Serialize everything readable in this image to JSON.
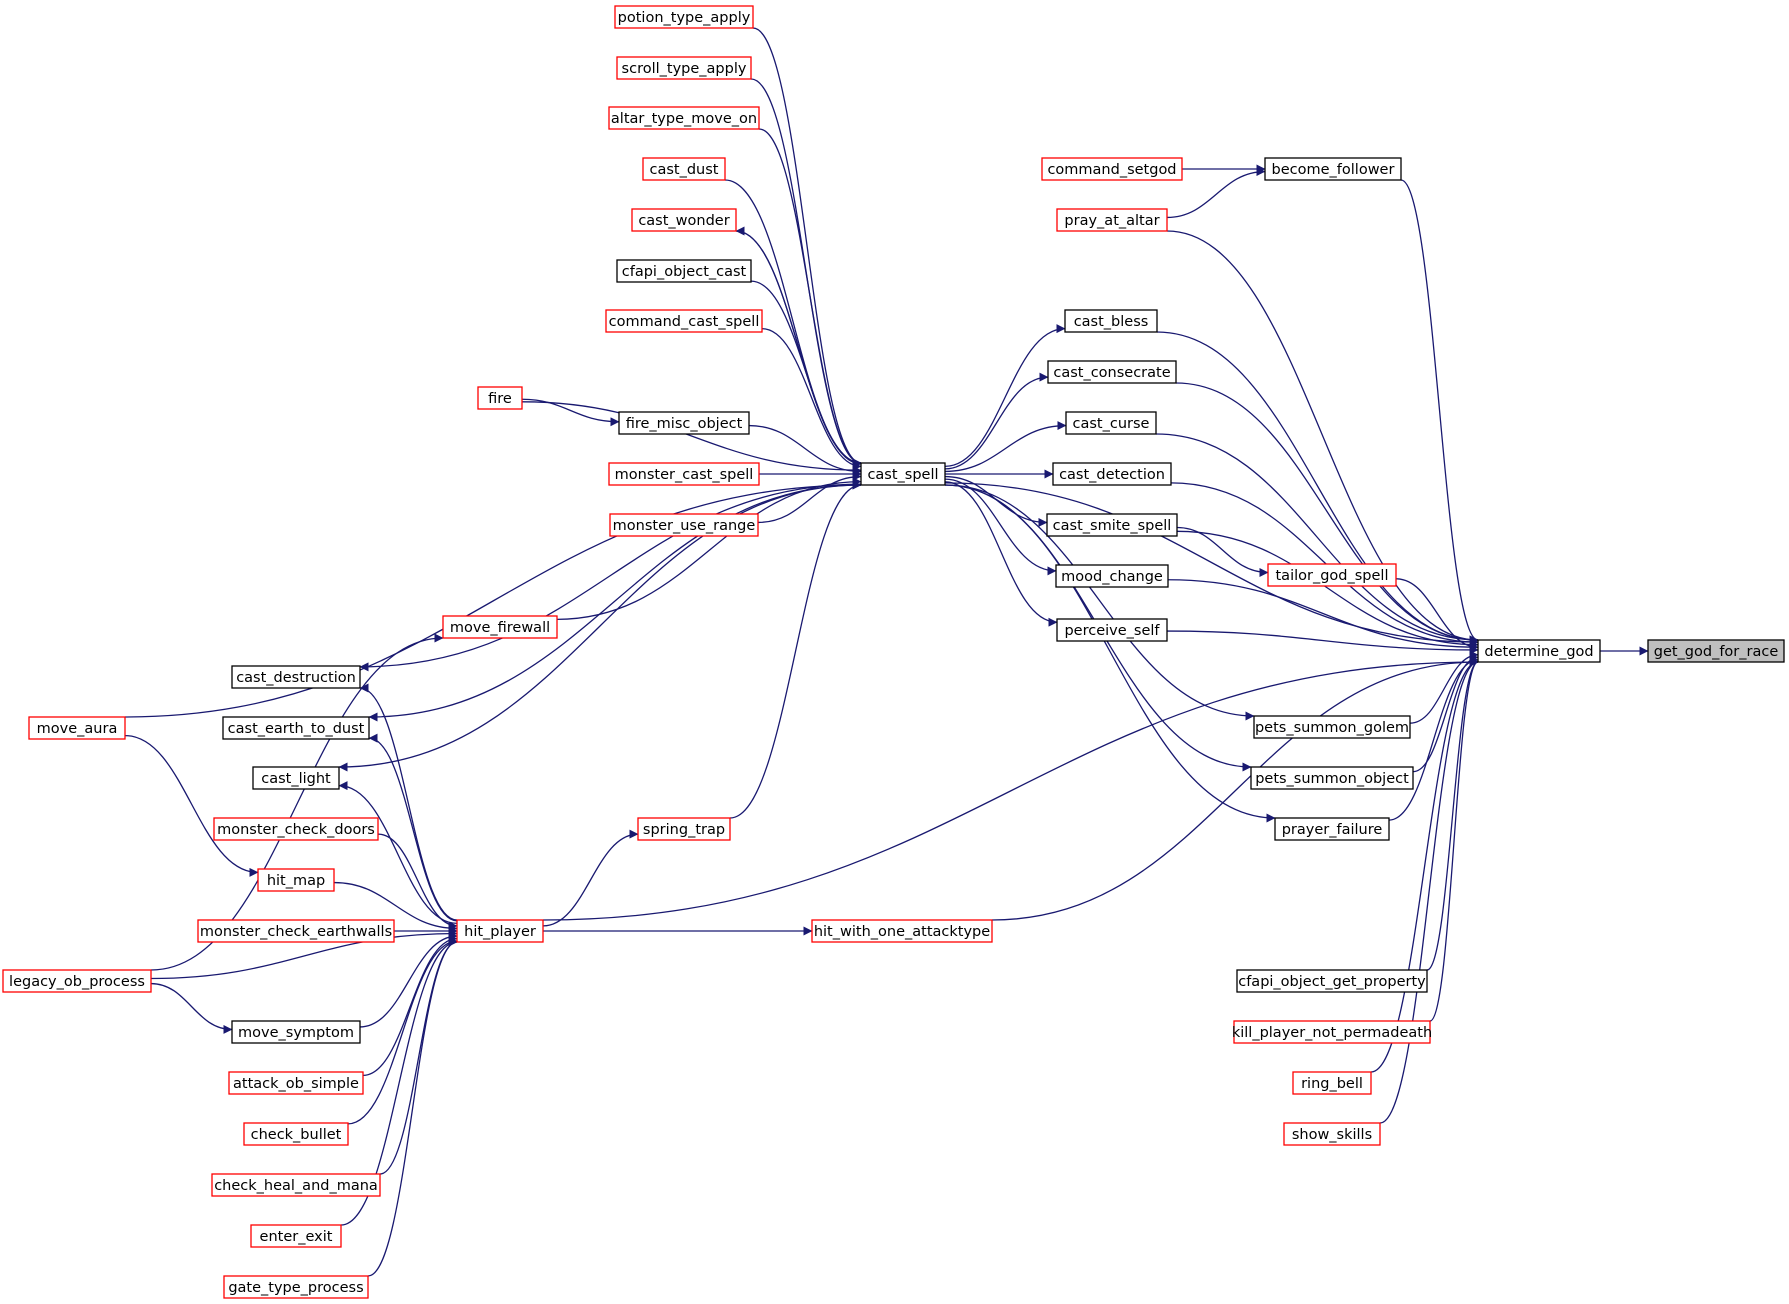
{
  "diagram": {
    "nodes": [
      {
        "id": "get_god_for_race",
        "label": "get_god_for_race",
        "style": "target"
      },
      {
        "id": "determine_god",
        "label": "determine_god",
        "style": "black"
      },
      {
        "id": "become_follower",
        "label": "become_follower",
        "style": "black"
      },
      {
        "id": "command_setgod",
        "label": "command_setgod",
        "style": "red"
      },
      {
        "id": "pray_at_altar",
        "label": "pray_at_altar",
        "style": "red"
      },
      {
        "id": "cast_bless",
        "label": "cast_bless",
        "style": "black"
      },
      {
        "id": "cast_consecrate",
        "label": "cast_consecrate",
        "style": "black"
      },
      {
        "id": "cast_curse",
        "label": "cast_curse",
        "style": "black"
      },
      {
        "id": "cast_detection",
        "label": "cast_detection",
        "style": "black"
      },
      {
        "id": "cast_smite_spell",
        "label": "cast_smite_spell",
        "style": "black"
      },
      {
        "id": "tailor_god_spell",
        "label": "tailor_god_spell",
        "style": "red"
      },
      {
        "id": "mood_change",
        "label": "mood_change",
        "style": "black"
      },
      {
        "id": "perceive_self",
        "label": "perceive_self",
        "style": "black"
      },
      {
        "id": "pets_summon_golem",
        "label": "pets_summon_golem",
        "style": "black"
      },
      {
        "id": "pets_summon_object",
        "label": "pets_summon_object",
        "style": "black"
      },
      {
        "id": "prayer_failure",
        "label": "prayer_failure",
        "style": "black"
      },
      {
        "id": "cfapi_object_get_property",
        "label": "cfapi_object_get_property",
        "style": "black"
      },
      {
        "id": "kill_player_not_permadeath",
        "label": "kill_player_not_permadeath",
        "style": "red"
      },
      {
        "id": "ring_bell",
        "label": "ring_bell",
        "style": "red"
      },
      {
        "id": "show_skills",
        "label": "show_skills",
        "style": "red"
      },
      {
        "id": "cast_spell",
        "label": "cast_spell",
        "style": "black"
      },
      {
        "id": "potion_type_apply",
        "label": "potion_type_apply",
        "style": "red"
      },
      {
        "id": "scroll_type_apply",
        "label": "scroll_type_apply",
        "style": "red"
      },
      {
        "id": "altar_type_move_on",
        "label": "altar_type_move_on",
        "style": "red"
      },
      {
        "id": "cast_dust",
        "label": "cast_dust",
        "style": "red"
      },
      {
        "id": "cast_wonder",
        "label": "cast_wonder",
        "style": "red"
      },
      {
        "id": "cfapi_object_cast",
        "label": "cfapi_object_cast",
        "style": "black"
      },
      {
        "id": "command_cast_spell",
        "label": "command_cast_spell",
        "style": "red"
      },
      {
        "id": "fire",
        "label": "fire",
        "style": "red"
      },
      {
        "id": "fire_misc_object",
        "label": "fire_misc_object",
        "style": "black"
      },
      {
        "id": "monster_cast_spell",
        "label": "monster_cast_spell",
        "style": "red"
      },
      {
        "id": "monster_use_range",
        "label": "monster_use_range",
        "style": "red"
      },
      {
        "id": "move_firewall",
        "label": "move_firewall",
        "style": "red"
      },
      {
        "id": "cast_destruction",
        "label": "cast_destruction",
        "style": "black"
      },
      {
        "id": "cast_earth_to_dust",
        "label": "cast_earth_to_dust",
        "style": "black"
      },
      {
        "id": "cast_light",
        "label": "cast_light",
        "style": "black"
      },
      {
        "id": "spring_trap",
        "label": "spring_trap",
        "style": "red"
      },
      {
        "id": "move_aura",
        "label": "move_aura",
        "style": "red"
      },
      {
        "id": "monster_check_doors",
        "label": "monster_check_doors",
        "style": "red"
      },
      {
        "id": "hit_map",
        "label": "hit_map",
        "style": "red"
      },
      {
        "id": "monster_check_earthwalls",
        "label": "monster_check_earthwalls",
        "style": "red"
      },
      {
        "id": "hit_player",
        "label": "hit_player",
        "style": "red"
      },
      {
        "id": "hit_with_one_attacktype",
        "label": "hit_with_one_attacktype",
        "style": "red"
      },
      {
        "id": "legacy_ob_process",
        "label": "legacy_ob_process",
        "style": "red"
      },
      {
        "id": "move_symptom",
        "label": "move_symptom",
        "style": "black"
      },
      {
        "id": "attack_ob_simple",
        "label": "attack_ob_simple",
        "style": "red"
      },
      {
        "id": "check_bullet",
        "label": "check_bullet",
        "style": "red"
      },
      {
        "id": "check_heal_and_mana",
        "label": "check_heal_and_mana",
        "style": "red"
      },
      {
        "id": "enter_exit",
        "label": "enter_exit",
        "style": "red"
      },
      {
        "id": "gate_type_process",
        "label": "gate_type_process",
        "style": "red"
      }
    ],
    "edges": [
      {
        "from": "determine_god",
        "to": "get_god_for_race"
      },
      {
        "from": "become_follower",
        "to": "determine_god"
      },
      {
        "from": "command_setgod",
        "to": "become_follower"
      },
      {
        "from": "pray_at_altar",
        "to": "become_follower"
      },
      {
        "from": "pray_at_altar",
        "to": "determine_god"
      },
      {
        "from": "cast_spell",
        "to": "determine_god"
      },
      {
        "from": "cast_bless",
        "to": "determine_god"
      },
      {
        "from": "cast_consecrate",
        "to": "determine_god"
      },
      {
        "from": "cast_curse",
        "to": "determine_god"
      },
      {
        "from": "cast_detection",
        "to": "determine_god"
      },
      {
        "from": "cast_smite_spell",
        "to": "determine_god"
      },
      {
        "from": "tailor_god_spell",
        "to": "determine_god"
      },
      {
        "from": "mood_change",
        "to": "determine_god"
      },
      {
        "from": "perceive_self",
        "to": "determine_god"
      },
      {
        "from": "pets_summon_golem",
        "to": "determine_god"
      },
      {
        "from": "pets_summon_object",
        "to": "determine_god"
      },
      {
        "from": "prayer_failure",
        "to": "determine_god"
      },
      {
        "from": "hit_player",
        "to": "determine_god"
      },
      {
        "from": "hit_with_one_attacktype",
        "to": "determine_god"
      },
      {
        "from": "cfapi_object_get_property",
        "to": "determine_god"
      },
      {
        "from": "kill_player_not_permadeath",
        "to": "determine_god"
      },
      {
        "from": "ring_bell",
        "to": "determine_god"
      },
      {
        "from": "show_skills",
        "to": "determine_god"
      },
      {
        "from": "cast_spell",
        "to": "cast_bless"
      },
      {
        "from": "cast_spell",
        "to": "cast_consecrate"
      },
      {
        "from": "cast_spell",
        "to": "cast_curse"
      },
      {
        "from": "cast_spell",
        "to": "cast_detection"
      },
      {
        "from": "cast_spell",
        "to": "cast_smite_spell"
      },
      {
        "from": "cast_smite_spell",
        "to": "tailor_god_spell"
      },
      {
        "from": "cast_spell",
        "to": "mood_change"
      },
      {
        "from": "cast_spell",
        "to": "perceive_self"
      },
      {
        "from": "cast_spell",
        "to": "pets_summon_golem"
      },
      {
        "from": "cast_spell",
        "to": "pets_summon_object"
      },
      {
        "from": "cast_spell",
        "to": "prayer_failure"
      },
      {
        "from": "potion_type_apply",
        "to": "cast_spell"
      },
      {
        "from": "scroll_type_apply",
        "to": "cast_spell"
      },
      {
        "from": "altar_type_move_on",
        "to": "cast_spell"
      },
      {
        "from": "cast_dust",
        "to": "cast_spell"
      },
      {
        "from": "cast_wonder",
        "to": "cast_spell"
      },
      {
        "from": "cast_spell",
        "to": "cast_wonder"
      },
      {
        "from": "cfapi_object_cast",
        "to": "cast_spell"
      },
      {
        "from": "command_cast_spell",
        "to": "cast_spell"
      },
      {
        "from": "fire",
        "to": "cast_spell"
      },
      {
        "from": "fire",
        "to": "fire_misc_object"
      },
      {
        "from": "fire_misc_object",
        "to": "cast_spell"
      },
      {
        "from": "monster_cast_spell",
        "to": "cast_spell"
      },
      {
        "from": "monster_use_range",
        "to": "cast_spell"
      },
      {
        "from": "move_aura",
        "to": "cast_spell"
      },
      {
        "from": "move_firewall",
        "to": "cast_spell"
      },
      {
        "from": "cast_spell",
        "to": "cast_destruction"
      },
      {
        "from": "cast_spell",
        "to": "cast_earth_to_dust"
      },
      {
        "from": "cast_spell",
        "to": "cast_light"
      },
      {
        "from": "spring_trap",
        "to": "cast_spell"
      },
      {
        "from": "legacy_ob_process",
        "to": "move_firewall"
      },
      {
        "from": "hit_player",
        "to": "cast_destruction"
      },
      {
        "from": "hit_player",
        "to": "cast_earth_to_dust"
      },
      {
        "from": "hit_player",
        "to": "cast_light"
      },
      {
        "from": "hit_player",
        "to": "spring_trap"
      },
      {
        "from": "move_aura",
        "to": "hit_map"
      },
      {
        "from": "monster_check_doors",
        "to": "hit_player"
      },
      {
        "from": "hit_map",
        "to": "hit_player"
      },
      {
        "from": "monster_check_earthwalls",
        "to": "hit_player"
      },
      {
        "from": "legacy_ob_process",
        "to": "hit_player"
      },
      {
        "from": "move_symptom",
        "to": "hit_player"
      },
      {
        "from": "legacy_ob_process",
        "to": "move_symptom"
      },
      {
        "from": "attack_ob_simple",
        "to": "hit_player"
      },
      {
        "from": "check_bullet",
        "to": "hit_player"
      },
      {
        "from": "check_heal_and_mana",
        "to": "hit_player"
      },
      {
        "from": "enter_exit",
        "to": "hit_player"
      },
      {
        "from": "gate_type_process",
        "to": "hit_player"
      },
      {
        "from": "hit_player",
        "to": "hit_with_one_attacktype"
      }
    ]
  }
}
